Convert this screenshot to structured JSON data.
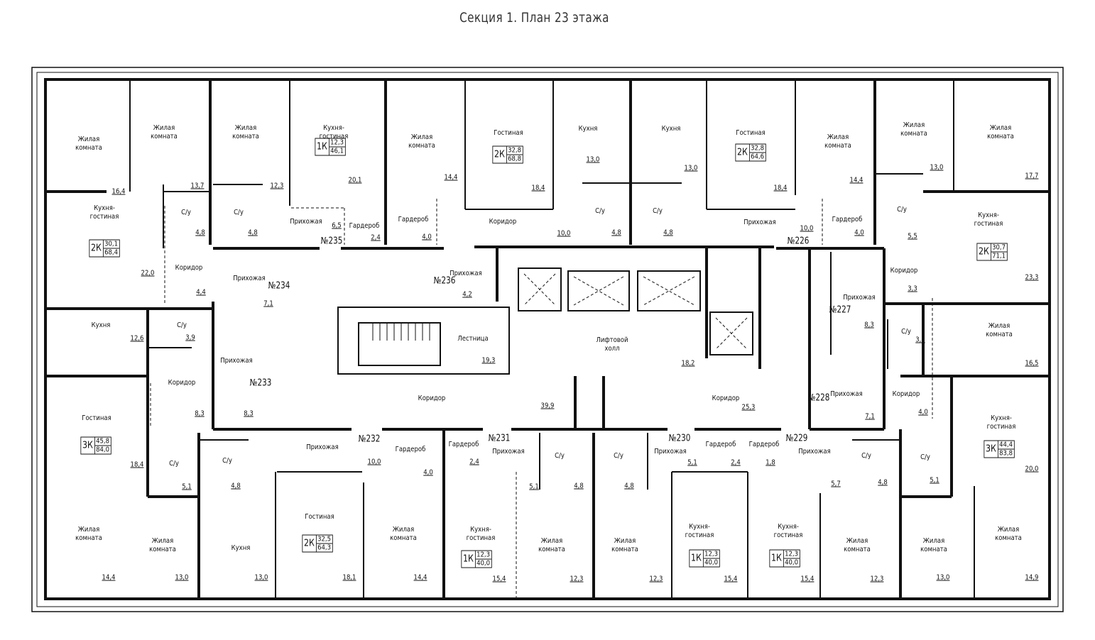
{
  "title": "Секция 1. План 23 этажа",
  "rooms": [
    {
      "name": "Жилая\nкомната",
      "area": "16,4"
    },
    {
      "name": "Жилая\nкомната",
      "area": "13,7"
    },
    {
      "name": "Жилая\nкомната",
      "area": "12,3"
    },
    {
      "name": "Кухня-\nгостиная",
      "area": "20,1"
    },
    {
      "name": "Кухня-\nгостиная",
      "area": "22,0"
    },
    {
      "name": "С/у",
      "area": "4,8"
    },
    {
      "name": "С/у",
      "area": "4,8"
    },
    {
      "name": "Прихожая",
      "area": "6,5"
    },
    {
      "name": "Гардероб",
      "area": "2,4"
    },
    {
      "name": "Коридор",
      "area": "4,4"
    },
    {
      "name": "Прихожая",
      "area": "7,1"
    },
    {
      "name": "Жилая\nкомната",
      "area": "14,4"
    },
    {
      "name": "Гостиная",
      "area": "18,4"
    },
    {
      "name": "Кухня",
      "area": "13,0"
    },
    {
      "name": "Кухня",
      "area": "13,0"
    },
    {
      "name": "Гостиная",
      "area": "18,4"
    },
    {
      "name": "Жилая\nкомната",
      "area": "14,4"
    },
    {
      "name": "Жилая\nкомната",
      "area": "13,0"
    },
    {
      "name": "Жилая\nкомната",
      "area": "17,7"
    },
    {
      "name": "Гардероб",
      "area": "4,0"
    },
    {
      "name": "Коридор",
      "area": "10,0"
    },
    {
      "name": "С/у",
      "area": "4,8"
    },
    {
      "name": "С/у",
      "area": "4,8"
    },
    {
      "name": "Прихожая",
      "area": "10,0"
    },
    {
      "name": "Гардероб",
      "area": "4,0"
    },
    {
      "name": "С/у",
      "area": "5,5"
    },
    {
      "name": "Кухня-\nгостиная",
      "area": "23,3"
    },
    {
      "name": "Коридор",
      "area": "3,3"
    },
    {
      "name": "Прихожая",
      "area": "4,2"
    },
    {
      "name": "Лестница",
      "area": "19,3"
    },
    {
      "name": "Лифтовой\nхолл",
      "area": "18,2"
    },
    {
      "name": "Кухня",
      "area": "12,6"
    },
    {
      "name": "С/у",
      "area": "3,9"
    },
    {
      "name": "Прихожая",
      "area": "8,3"
    },
    {
      "name": "Коридор",
      "area": "8,3"
    },
    {
      "name": "Гостиная",
      "area": "18,4"
    },
    {
      "name": "С/у",
      "area": "5,1"
    },
    {
      "name": "Коридор",
      "area": "39,9"
    },
    {
      "name": "Коридор",
      "area": "25,3"
    },
    {
      "name": "Прихожая",
      "area": "8,3"
    },
    {
      "name": "С/у",
      "area": "3,2"
    },
    {
      "name": "Жилая\nкомната",
      "area": "16,5"
    },
    {
      "name": "Прихожая",
      "area": "7,1"
    },
    {
      "name": "Коридор",
      "area": "4,0"
    },
    {
      "name": "Кухня-\nгостиная",
      "area": "20,0"
    },
    {
      "name": "С/у",
      "area": "5,1"
    },
    {
      "name": "С/у",
      "area": "4,8"
    },
    {
      "name": "Прихожая",
      "area": "10,0"
    },
    {
      "name": "Гардероб",
      "area": "4,0"
    },
    {
      "name": "Гардероб",
      "area": "2,4"
    },
    {
      "name": "Прихожая",
      "area": "5,1"
    },
    {
      "name": "С/у",
      "area": "4,8"
    },
    {
      "name": "С/у",
      "area": "4,8"
    },
    {
      "name": "Прихожая",
      "area": "5,1"
    },
    {
      "name": "Гардероб",
      "area": "2,4"
    },
    {
      "name": "Гардероб",
      "area": "1,8"
    },
    {
      "name": "Прихожая",
      "area": "5,7"
    },
    {
      "name": "С/у",
      "area": "4,8"
    },
    {
      "name": "Жилая\nкомната",
      "area": "14,4"
    },
    {
      "name": "Жилая\nкомната",
      "area": "13,0"
    },
    {
      "name": "Кухня",
      "area": "13,0"
    },
    {
      "name": "Гостиная",
      "area": "18,1"
    },
    {
      "name": "Жилая\nкомната",
      "area": "14,4"
    },
    {
      "name": "Кухня-\nгостиная",
      "area": "15,4"
    },
    {
      "name": "Жилая\nкомната",
      "area": "12,3"
    },
    {
      "name": "Жилая\nкомната",
      "area": "12,3"
    },
    {
      "name": "Кухня-\nгостиная",
      "area": "15,4"
    },
    {
      "name": "Кухня-\nгостиная",
      "area": "15,4"
    },
    {
      "name": "Жилая\nкомната",
      "area": "12,3"
    },
    {
      "name": "Жилая\nкомната",
      "area": "13,0"
    },
    {
      "name": "Жилая\nкомната",
      "area": "14,9"
    }
  ],
  "apartments": [
    {
      "type": "1К",
      "living": "12,3",
      "total": "46,1"
    },
    {
      "type": "2К",
      "living": "30,1",
      "total": "68,4"
    },
    {
      "type": "2К",
      "living": "32,8",
      "total": "68,8"
    },
    {
      "type": "2К",
      "living": "32,8",
      "total": "64,6"
    },
    {
      "type": "2К",
      "living": "30,7",
      "total": "71,1"
    },
    {
      "type": "3К",
      "living": "45,8",
      "total": "84,0"
    },
    {
      "type": "3К",
      "living": "44,4",
      "total": "83,8"
    },
    {
      "type": "2К",
      "living": "32,5",
      "total": "64,3"
    },
    {
      "type": "1К",
      "living": "12,3",
      "total": "40,0"
    },
    {
      "type": "1К",
      "living": "12,3",
      "total": "40,0"
    },
    {
      "type": "1К",
      "living": "12,3",
      "total": "40,0"
    }
  ],
  "apartment_numbers": [
    "№235",
    "№234",
    "№236",
    "№233",
    "№232",
    "№231",
    "№230",
    "№229",
    "№228",
    "№227",
    "№226"
  ]
}
